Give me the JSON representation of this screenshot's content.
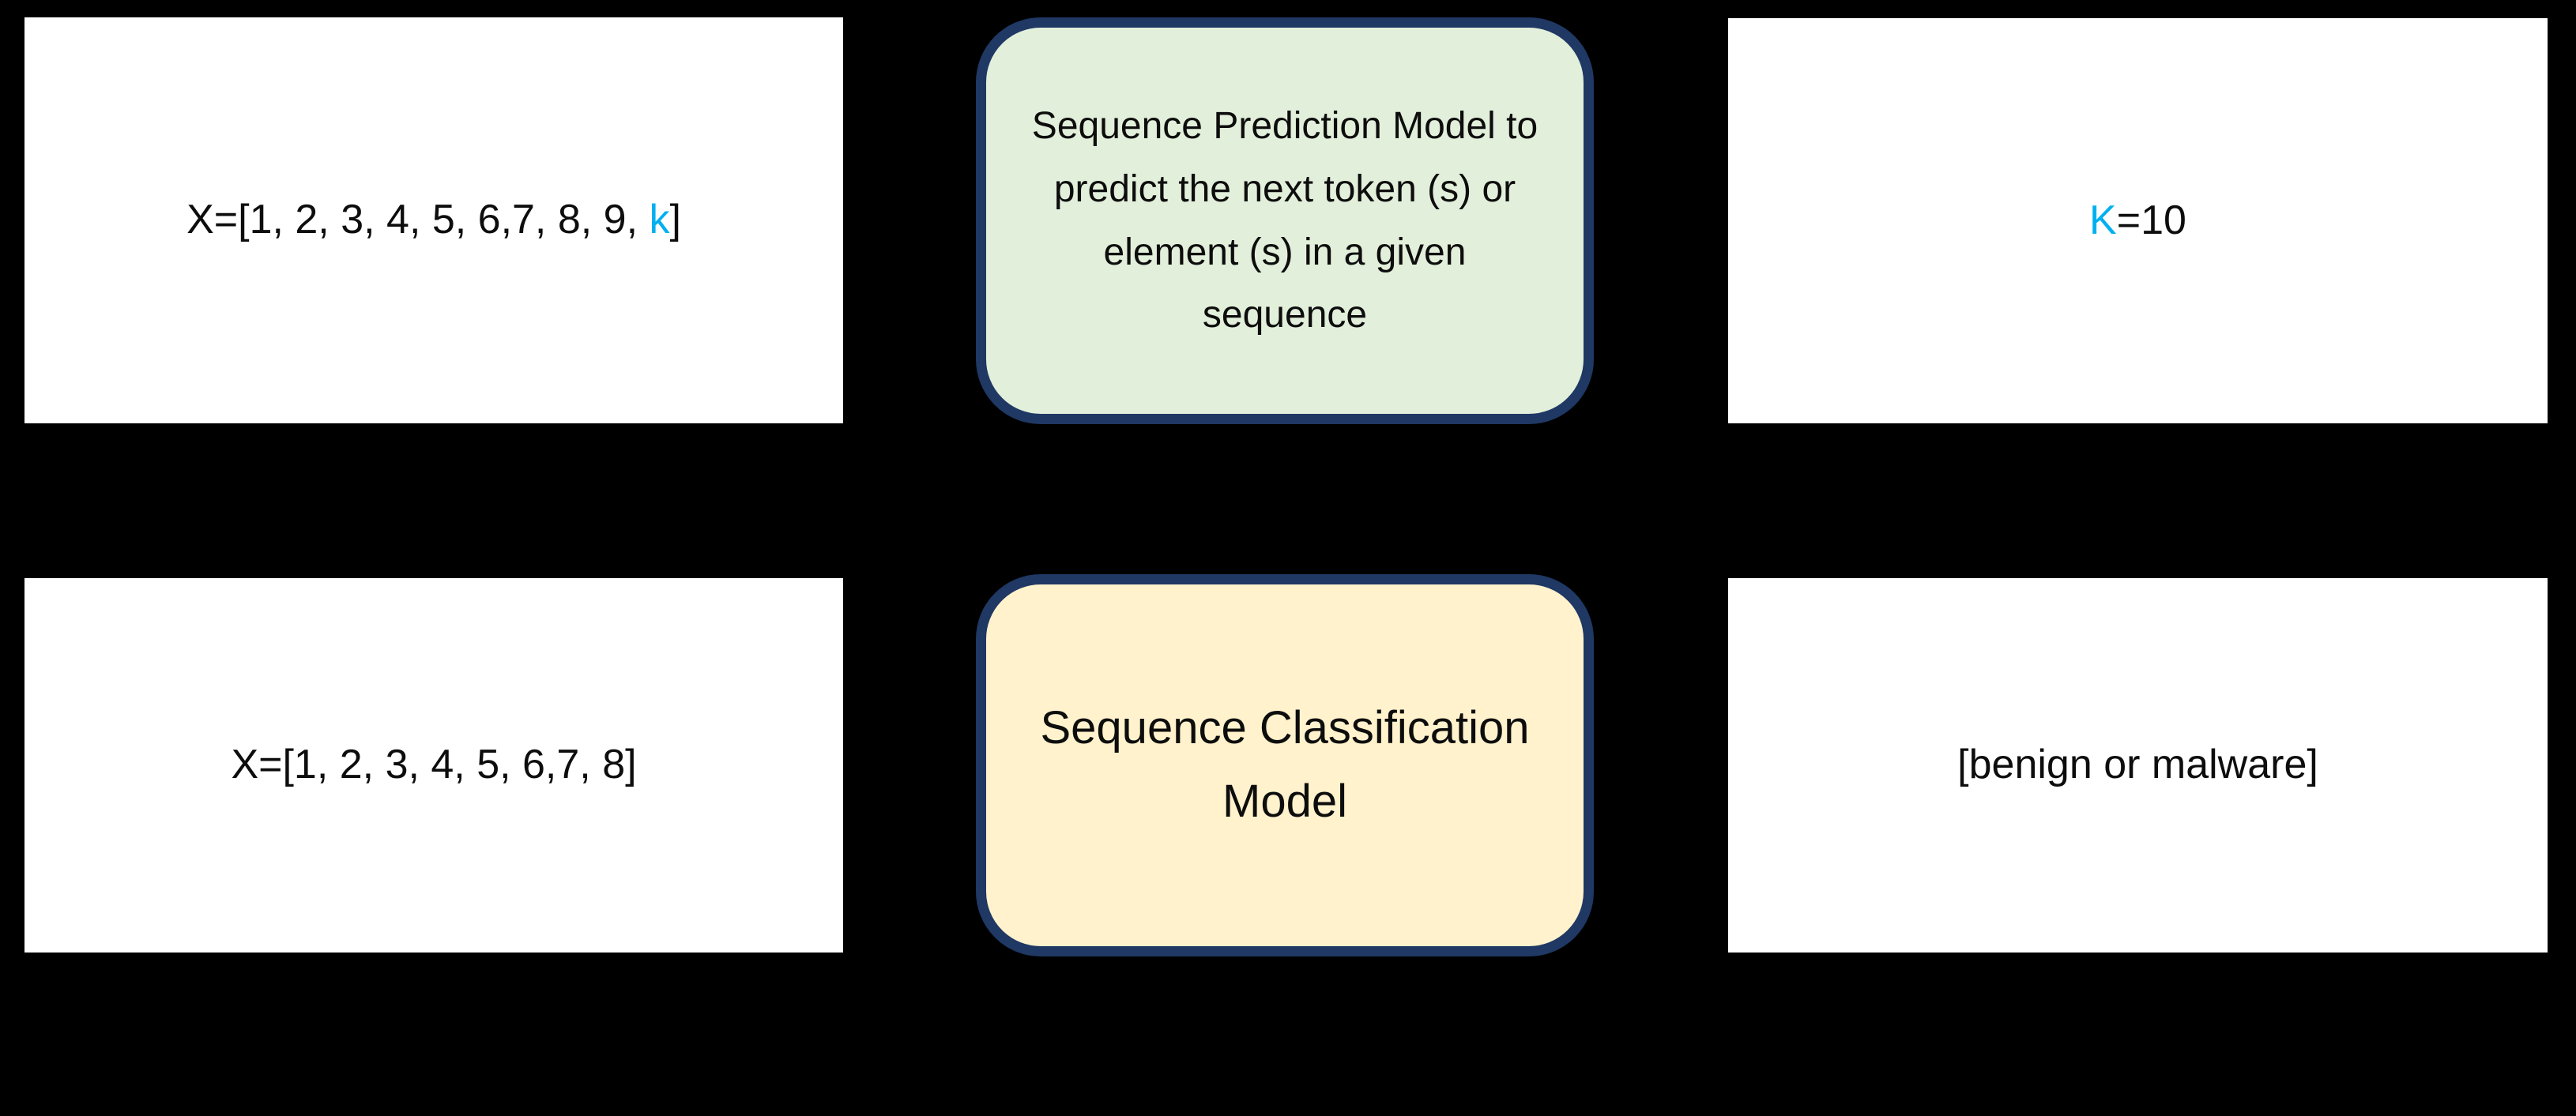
{
  "colors": {
    "background": "#000000",
    "accent_blue": "#00B0F0",
    "prediction_model_fill": "#E2EFDA",
    "classification_model_fill": "#FFF2CC",
    "model_border_navy": "#1F3864",
    "io_box_fill": "#FFFFFF",
    "text": "#0D0D0D"
  },
  "prediction_flow": {
    "input": {
      "prefix": "X=[1, 2, 3, 4, 5, 6,7, 8, 9, ",
      "variable": "k",
      "suffix": "]"
    },
    "model": {
      "lines": [
        "Sequence Prediction Model to",
        "predict the next token (s) or",
        "element (s) in a given",
        "sequence"
      ]
    },
    "output": {
      "variable": "K",
      "suffix": "=10"
    }
  },
  "classification_flow": {
    "input": {
      "label": "X=[1, 2, 3, 4, 5, 6,7, 8]"
    },
    "model": {
      "lines": [
        "Sequence Classification",
        "Model"
      ]
    },
    "output": {
      "label": "[benign or malware]"
    }
  }
}
